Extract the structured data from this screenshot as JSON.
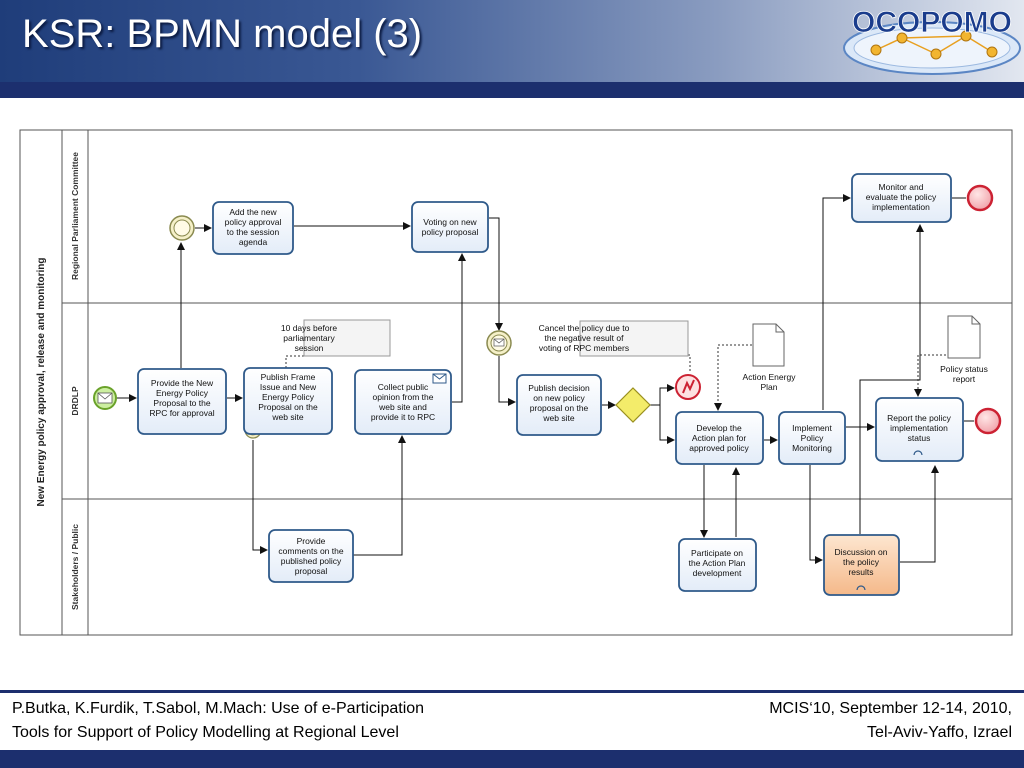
{
  "slide": {
    "title": "KSR: BPMN model (3)",
    "logo_text": "OCOPOMO",
    "footer_left": [
      "P.Butka, K.Furdik, T.Sabol, M.Mach: Use of e-Participation",
      "Tools for Support of Policy Modelling at Regional Level"
    ],
    "footer_right": [
      "MCIS‘10, September 12-14, 2010,",
      "Tel-Aviv-Yaffo, Izrael"
    ]
  },
  "diagram": {
    "pool_label": "New Energy policy approval, release and monitoring",
    "lanes": {
      "committee": "Regional Parliament Committee",
      "drdlp": "DRDLP",
      "public": "Stakeholders / Public"
    },
    "tasks": {
      "add_agenda": [
        "Add the new",
        "policy approval",
        "to the session",
        "agenda"
      ],
      "voting": [
        "Voting on new",
        "policy proposal"
      ],
      "monitor": [
        "Monitor and",
        "evaluate the policy",
        "implementation"
      ],
      "provide_model": [
        "Provide the New",
        "Energy Policy",
        "Proposal to the",
        "RPC for approval"
      ],
      "publish_frame": [
        "Publish Frame",
        "Issue and New",
        "Energy Policy",
        "Proposal on the",
        "web site"
      ],
      "collect_opinion": [
        "Collect public",
        "opinion from the",
        "web site and",
        "provide it to RPC"
      ],
      "publish_decision": [
        "Publish decision",
        "on new policy",
        "proposal on the",
        "web site"
      ],
      "develop_plan": [
        "Develop the",
        "Action plan for",
        "approved policy"
      ],
      "implement": [
        "Implement",
        "Policy",
        "Monitoring"
      ],
      "report_status": [
        "Report the policy",
        "implementation",
        "status"
      ],
      "provide_comments": [
        "Provide",
        "comments on the",
        "published policy",
        "proposal"
      ],
      "participate": [
        "Participate on",
        "the Action Plan",
        "development"
      ],
      "discussion": [
        "Discussion on",
        "the policy",
        "results"
      ]
    },
    "annotations": {
      "ten_days": [
        "10 days before",
        "parliamentary",
        "session"
      ],
      "cancel": [
        "Cancel the policy due to",
        "the negative result of",
        "voting of RPC members"
      ]
    },
    "documents": {
      "action_plan": [
        "Action Energy",
        "Plan"
      ],
      "status_report": [
        "Policy status",
        "report"
      ]
    },
    "colors": {
      "task_fill": "#eef3fb",
      "task_stroke": "#2f5a8a",
      "start_event": "#8cc63f",
      "end_event": "#cc2233",
      "gateway": "#f3ec6a",
      "highlight_task": "#f7c9a0"
    }
  }
}
